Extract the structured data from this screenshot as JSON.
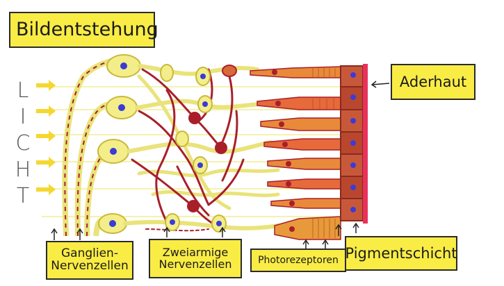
{
  "title": "Bildentstehung",
  "licht_letters": [
    "L",
    "I",
    "C",
    "H",
    "T"
  ],
  "labels": {
    "aderhaut": "Aderhaut",
    "ganglien_line1": "Ganglien-",
    "ganglien_line2": "Nervenzellen",
    "zweiarmige_line1": "Zweiarmige",
    "zweiarmige_line2": "Nervenzellen",
    "photorezeptoren": "Photorezeptoren",
    "pigmentschicht": "Pigmentschicht"
  },
  "colors": {
    "label_bg": "#f9ec45",
    "cell_yellow": "#f3ee8a",
    "nerve_red": "#a81f2a",
    "pigment_brown": "#c7593a",
    "choroid_red": "#e8325a",
    "nucleus_blue": "#3b3bd6",
    "light_arrow": "#f5d730"
  }
}
